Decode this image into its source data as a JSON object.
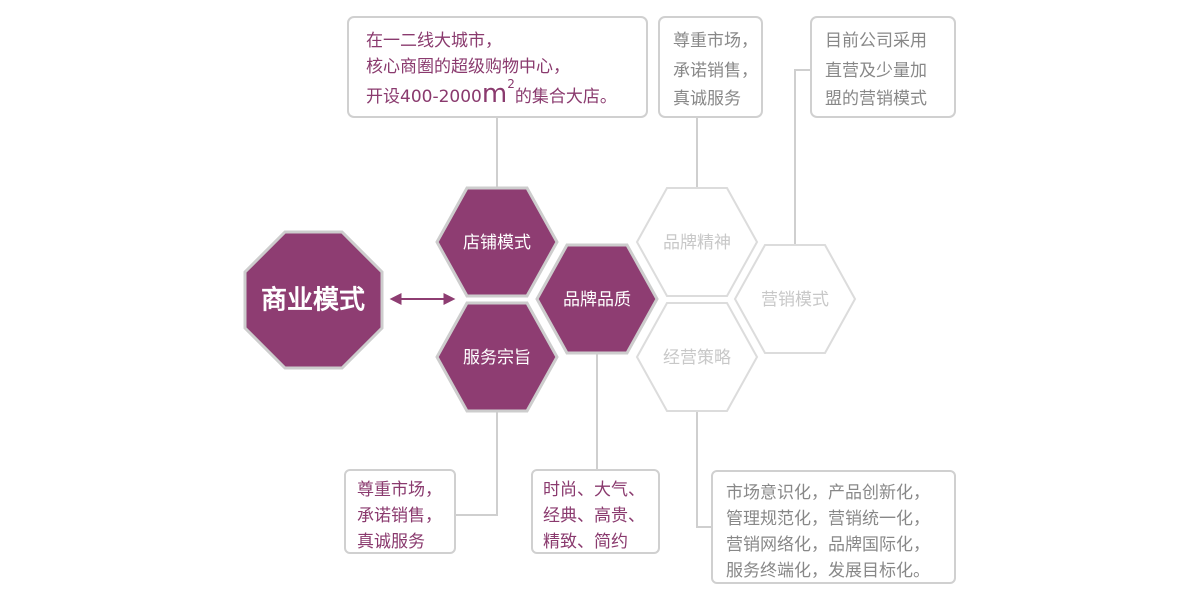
{
  "colors": {
    "purple": "#8e3d72",
    "text_purple": "#8a3a6e",
    "gray_text": "#888888",
    "gray_line": "#cfcfcf"
  },
  "center": {
    "label": "商业模式"
  },
  "hexes": {
    "store": "店铺模式",
    "service": "服务宗旨",
    "quality": "品牌品质",
    "spirit": "品牌精神",
    "strategy": "经营策略",
    "marketing": "营销模式"
  },
  "boxes": {
    "store": {
      "lines": [
        "在一二线大城市，",
        "核心商圈的超级购物中心，"
      ],
      "line3_a": "开设400-2000",
      "line3_unit": "m",
      "line3_sup": "2",
      "line3_b": "的集合大店。"
    },
    "spirit": {
      "lines": [
        "尊重市场，",
        "承诺销售，",
        "真诚服务"
      ]
    },
    "marketing": {
      "lines": [
        "目前公司采用",
        "直营及少量加",
        "盟的营销模式"
      ]
    },
    "service": {
      "lines": [
        "尊重市场，",
        "承诺销售，",
        "真诚服务"
      ]
    },
    "quality": {
      "lines": [
        "时尚、大气、",
        "经典、高贵、",
        "精致、简约"
      ]
    },
    "strategy": {
      "lines": [
        "市场意识化，产品创新化，",
        "管理规范化，营销统一化，",
        "营销网络化，品牌国际化，",
        "服务终端化，发展目标化。"
      ]
    }
  }
}
